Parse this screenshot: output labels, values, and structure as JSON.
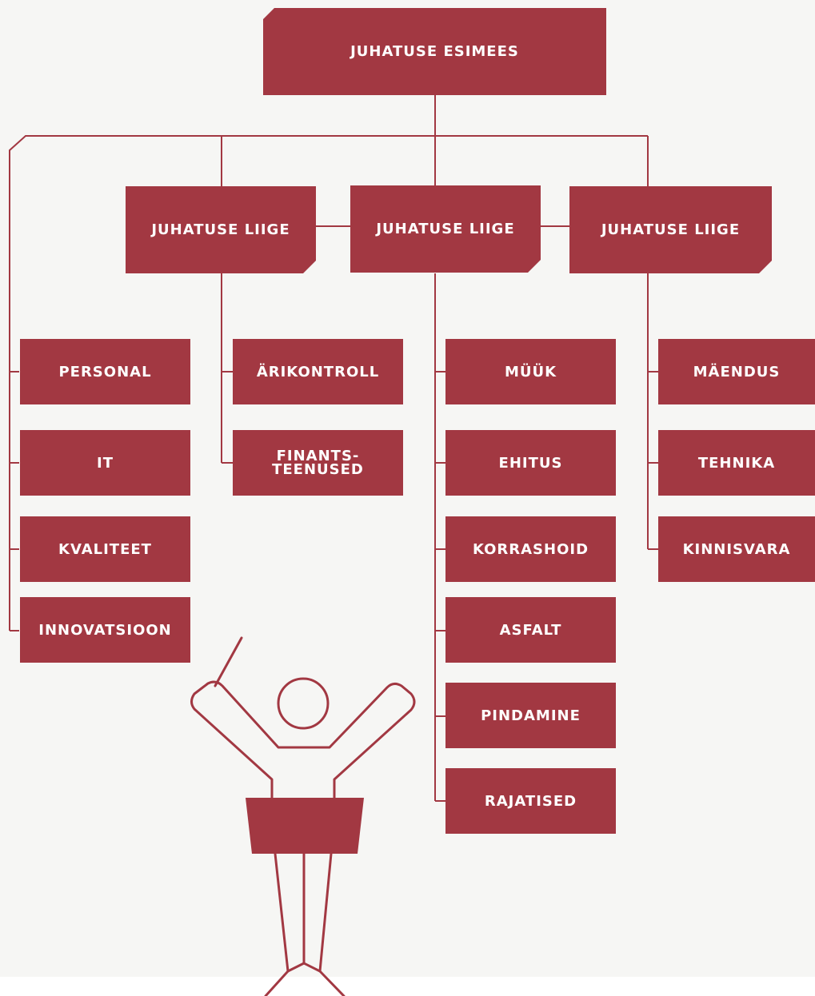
{
  "colors": {
    "primary": "#a23842",
    "background": "#f6f6f4",
    "line": "#a23842"
  },
  "chair": {
    "label": "JUHATUSE ESIMEES"
  },
  "members": [
    {
      "label": "JUHATUSE LIIGE"
    },
    {
      "label": "JUHATUSE LIIGE"
    },
    {
      "label": "JUHATUSE LIIGE"
    }
  ],
  "departments": {
    "chair_group": [
      {
        "label": "PERSONAL"
      },
      {
        "label": "IT"
      },
      {
        "label": "KVALITEET"
      },
      {
        "label": "INNOVATSIOON"
      }
    ],
    "member1_group": [
      {
        "label": "ÄRIKONTROLL"
      },
      {
        "label": "FINANTS-\nTEENUSED"
      }
    ],
    "member2_group": [
      {
        "label": "MÜÜK"
      },
      {
        "label": "EHITUS"
      },
      {
        "label": "KORRASHOID"
      },
      {
        "label": "ASFALT"
      },
      {
        "label": "PINDAMINE"
      },
      {
        "label": "RAJATISED"
      }
    ],
    "member3_group": [
      {
        "label": "MÄENDUS"
      },
      {
        "label": "TEHNIKA"
      },
      {
        "label": "KINNISVARA"
      }
    ]
  },
  "illustration": {
    "icon": "conductor-figure-icon"
  }
}
